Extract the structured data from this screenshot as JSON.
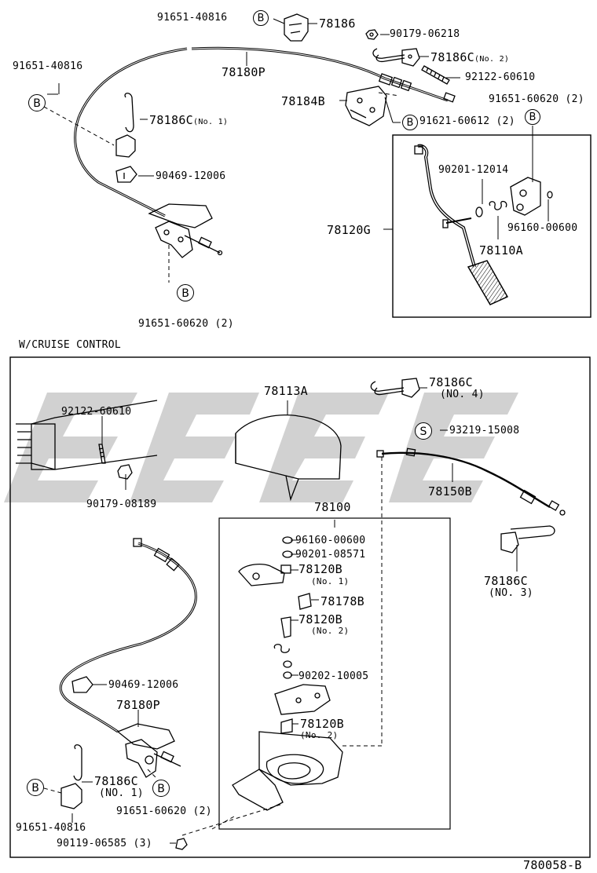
{
  "labels": {
    "p_91651_40816_a": "91651-40816",
    "p_78186_top": "78186",
    "p_90179_06218": "90179-06218",
    "p_78180p_top": "78180P",
    "p_78186c_no2": "78186C",
    "p_78186c_no2_tag": "(No. 2)",
    "p_92122_60610_top": "92122-60610",
    "p_91651_40816_left": "91651-40816",
    "p_78184b": "78184B",
    "p_91651_60620_2_top": "91651-60620 (2)",
    "p_91621_60612_2": "91621-60612 (2)",
    "p_78186c_no1_top": "78186C",
    "p_78186c_no1_top_tag": "(No. 1)",
    "p_90469_12006_top": "90469-12006",
    "p_90201_12014": "90201-12014",
    "p_78120g": "78120G",
    "p_96160_00600_top": "96160-00600",
    "p_78110a": "78110A",
    "p_91651_60620_2_left": "91651-60620 (2)",
    "section_title": "W/CRUISE CONTROL",
    "p_78113a": "78113A",
    "p_78186c_no4": "78186C",
    "p_78186c_no4_tag": "(NO. 4)",
    "p_92122_60610_bot": "92122-60610",
    "p_93219_15008": "93219-15008",
    "p_90179_08189": "90179-08189",
    "p_78150b": "78150B",
    "p_78100": "78100",
    "p_96160_00600_bot": "96160-00600",
    "p_90201_08571": "90201-08571",
    "p_78120b_1": "78120B",
    "p_78120b_1_tag": "(No. 1)",
    "p_78186c_no3": "78186C",
    "p_78186c_no3_tag": "(NO. 3)",
    "p_78178b": "78178B",
    "p_78120b_2": "78120B",
    "p_78120b_2_tag": "(No. 2)",
    "p_90202_10005": "90202-10005",
    "p_90469_12006_bot": "90469-12006",
    "p_78180p_bot": "78180P",
    "p_78120b_3": "78120B",
    "p_78120b_3_tag": "(No. 2)",
    "p_78186c_no1_bot": "78186C",
    "p_78186c_no1_bot_tag": "(NO. 1)",
    "p_91651_60620_2_bot": "91651-60620 (2)",
    "p_91651_40816_bot": "91651-40816",
    "p_90119_06585_3": "90119-06585 (3)",
    "drawing_id": "780058-B"
  },
  "markers": {
    "b": "B",
    "s": "S"
  }
}
